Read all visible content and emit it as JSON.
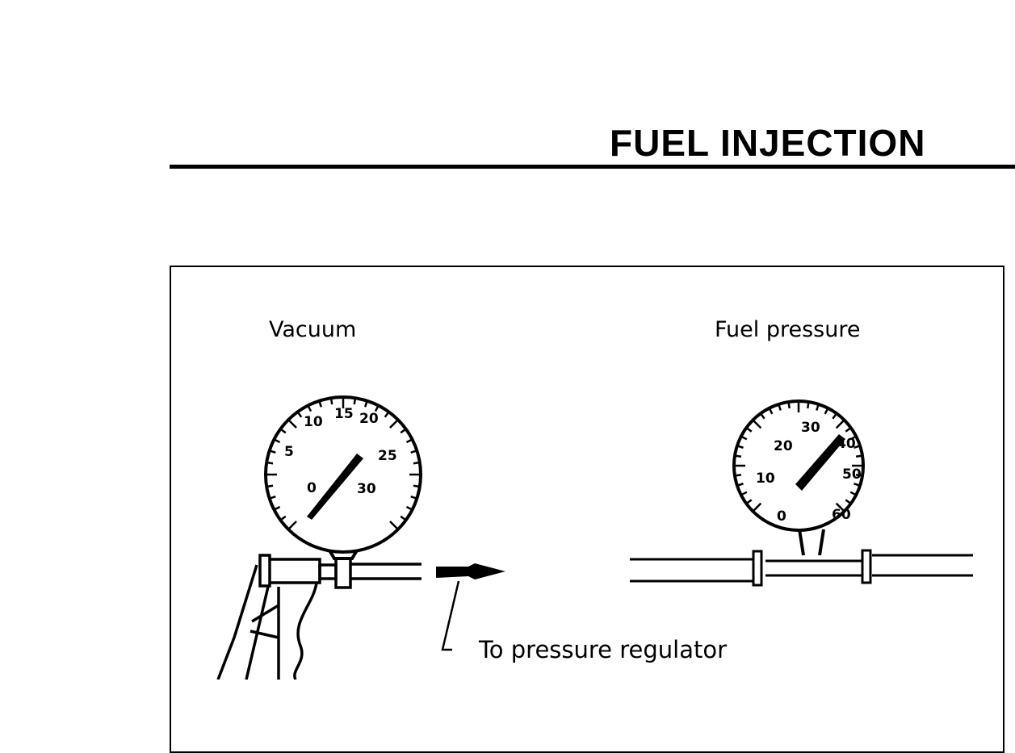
{
  "header": {
    "title": "FUEL INJECTION"
  },
  "figure": {
    "vacuum_label": "Vacuum",
    "fuel_pressure_label": "Fuel pressure",
    "callout": "To pressure regulator",
    "vacuum_gauge": {
      "ticks": [
        "0",
        "5",
        "10",
        "15",
        "20",
        "25",
        "30"
      ]
    },
    "fuel_gauge": {
      "ticks": [
        "0",
        "10",
        "20",
        "30",
        "40",
        "50",
        "60"
      ]
    }
  }
}
